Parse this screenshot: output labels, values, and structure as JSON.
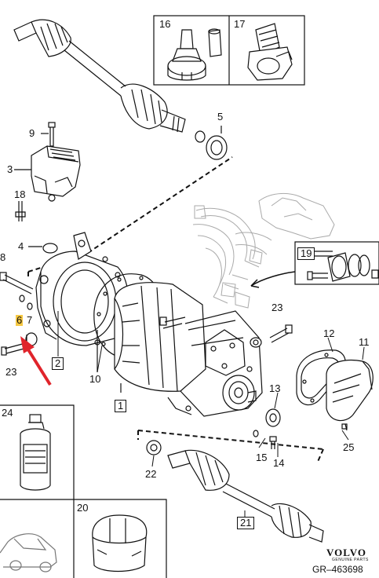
{
  "callouts": {
    "c1": "1",
    "c2": "2",
    "c3": "3",
    "c4": "4",
    "c5": "5",
    "c6": "6",
    "c7": "7",
    "c8": "8",
    "c9": "9",
    "c10": "10",
    "c11": "11",
    "c12": "12",
    "c13": "13",
    "c14": "14",
    "c15": "15",
    "c16": "16",
    "c17": "17",
    "c18": "18",
    "c19": "19",
    "c20": "20",
    "c21": "21",
    "c22": "22",
    "c23a": "23",
    "c23b": "23",
    "c24": "24",
    "c25": "25"
  },
  "highlight": {
    "part": "6",
    "color": "#f6c842",
    "arrow_color": "#e0242b"
  },
  "brand": {
    "name": "VOLVO",
    "tagline": "GENUINE PARTS",
    "code": "GR–463698"
  }
}
